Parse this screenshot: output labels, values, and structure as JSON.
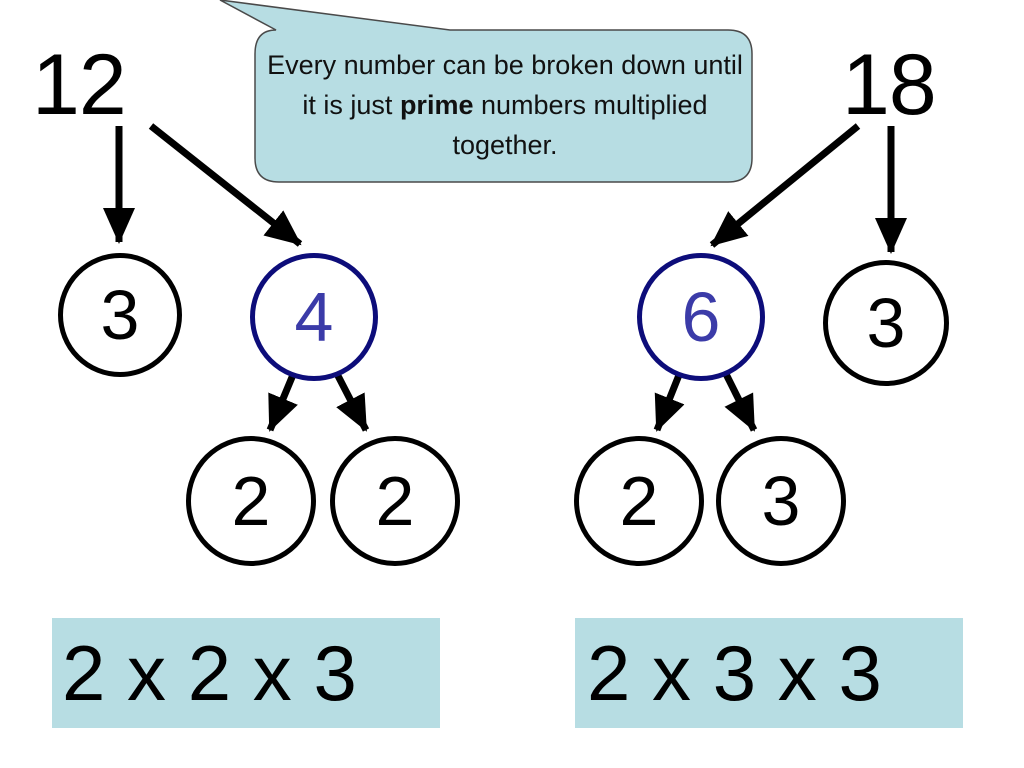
{
  "colors": {
    "callout_fill": "#b7dde3",
    "result_fill": "#b7dde3",
    "highlight_border": "#0d0d7a",
    "highlight_text": "#3b3ba8",
    "default_stroke": "#000000"
  },
  "callout": {
    "text_before": "Every number can be broken down until it is just ",
    "text_bold": "prime",
    "text_after": " numbers multiplied together."
  },
  "trees": [
    {
      "root": "12",
      "children": [
        "3",
        "4"
      ],
      "expanded_child": "4",
      "grandchildren": [
        "2",
        "2"
      ],
      "result": "2 x 2 x 3"
    },
    {
      "root": "18",
      "children": [
        "6",
        "3"
      ],
      "expanded_child": "6",
      "grandchildren": [
        "2",
        "3"
      ],
      "result": "2 x 3 x 3"
    }
  ]
}
